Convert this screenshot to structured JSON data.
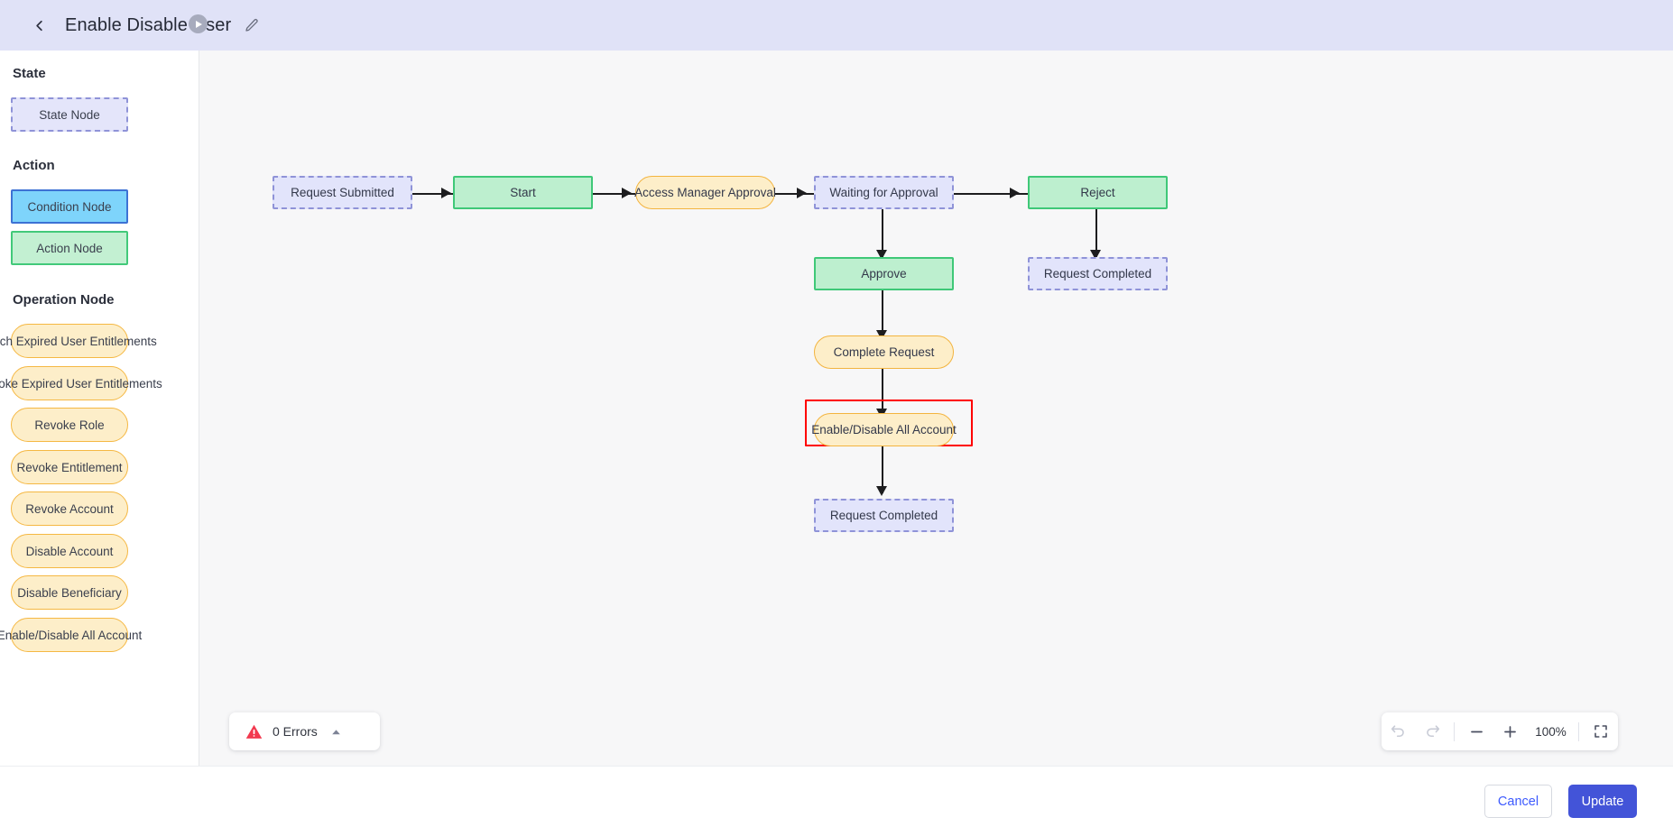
{
  "header": {
    "title": "Enable Disable User",
    "back_icon": "chevron-left-icon",
    "edit_icon": "pencil-icon",
    "bg_color": "#e0e2f7"
  },
  "sidebar": {
    "collapse_toggle_icon": "play-right-icon",
    "sections": [
      {
        "title": "State",
        "items": [
          {
            "label": "State Node",
            "kind": "state"
          }
        ]
      },
      {
        "title": "Action",
        "items": [
          {
            "label": "Condition Node",
            "kind": "condition"
          },
          {
            "label": "Action Node",
            "kind": "action"
          }
        ]
      },
      {
        "title": "Operation Node",
        "items": [
          {
            "label": "Fetch Expired User Entitlements",
            "kind": "operation"
          },
          {
            "label": "Revoke Expired User Entitlements",
            "kind": "operation"
          },
          {
            "label": "Revoke Role",
            "kind": "operation"
          },
          {
            "label": "Revoke Entitlement",
            "kind": "operation"
          },
          {
            "label": "Revoke Account",
            "kind": "operation"
          },
          {
            "label": "Disable Account",
            "kind": "operation"
          },
          {
            "label": "Disable Beneficiary",
            "kind": "operation"
          },
          {
            "label": "Enable/Disable All Account",
            "kind": "operation"
          }
        ]
      }
    ]
  },
  "canvas": {
    "background": "#f7f7f8",
    "selected_node": "Enable/Disable All Account",
    "selection_color": "#ff0000",
    "nodes": [
      {
        "id": "request-submitted",
        "label": "Request Submitted",
        "kind": "state"
      },
      {
        "id": "start",
        "label": "Start",
        "kind": "action"
      },
      {
        "id": "access-manager-approval",
        "label": "Access Manager Approval",
        "kind": "operation"
      },
      {
        "id": "waiting-for-approval",
        "label": "Waiting for Approval",
        "kind": "state"
      },
      {
        "id": "reject",
        "label": "Reject",
        "kind": "action"
      },
      {
        "id": "request-completed-reject",
        "label": "Request Completed",
        "kind": "state"
      },
      {
        "id": "approve",
        "label": "Approve",
        "kind": "action"
      },
      {
        "id": "complete-request",
        "label": "Complete Request",
        "kind": "operation"
      },
      {
        "id": "enable-disable-all-account",
        "label": "Enable/Disable All Account",
        "kind": "operation"
      },
      {
        "id": "request-completed-final",
        "label": "Request Completed",
        "kind": "state"
      }
    ]
  },
  "error_panel": {
    "icon": "warning-triangle-icon",
    "label": "0 Errors",
    "chevron_icon": "chevron-up-icon"
  },
  "zoom_bar": {
    "undo_icon": "undo-icon",
    "redo_icon": "redo-icon",
    "zoom_out_icon": "minus-icon",
    "zoom_in_icon": "plus-icon",
    "zoom_level": "100%",
    "fullscreen_icon": "fullscreen-icon"
  },
  "footer": {
    "cancel_label": "Cancel",
    "update_label": "Update"
  }
}
